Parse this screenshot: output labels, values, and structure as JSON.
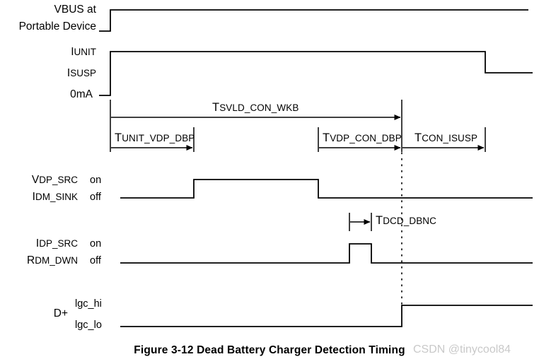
{
  "figure": {
    "caption": "Figure 3-12  Dead Battery Charger Detection Timing",
    "watermark": "CSDN @tinycool84",
    "line_color": "#000000",
    "text_color": "#000000",
    "watermark_color": "#c9c9c9",
    "background": "#ffffff"
  },
  "signals": [
    {
      "id": "vbus",
      "name_lines": [
        "VBUS at",
        "Portable Device"
      ],
      "levels": [],
      "waveform": "low until t_vbus_rise, then high through end"
    },
    {
      "id": "current",
      "name_lines": [],
      "levels": [
        "IUNIT",
        "ISUSP",
        "0mA"
      ],
      "waveform": "0mA until t_vbus_rise, rises to IUNIT, drops to ISUSP at t_con_isusp_end"
    },
    {
      "id": "vdp_src",
      "name_lines": [
        "VDP_SRC",
        "IDM_SINK"
      ],
      "levels": [
        "on",
        "off"
      ],
      "waveform": "off until TUNIT_VDP_DBP end, on until TVDP_CON_DBP start, then off"
    },
    {
      "id": "idp_src",
      "name_lines": [
        "IDP_SRC",
        "RDM_DWN"
      ],
      "levels": [
        "on",
        "off"
      ],
      "waveform": "off, short on pulse of width TDCD_DBNC, then off"
    },
    {
      "id": "dplus",
      "name_lines": [
        "D+"
      ],
      "levels": [
        "lgc_hi",
        "lgc_lo"
      ],
      "waveform": "lgc_lo until connect instant, then lgc_hi"
    }
  ],
  "timing_params": [
    {
      "id": "tsvld_con_wkb",
      "cap": "T",
      "rest": "SVLD_CON_WKB",
      "full": "TSVLD_CON_WKB"
    },
    {
      "id": "tunit_vdp_dbp",
      "cap": "T",
      "rest": "UNIT_VDP_DBP",
      "full": "TUNIT_VDP_DBP"
    },
    {
      "id": "tvdp_con_dbp",
      "cap": "T",
      "rest": "VDP_CON_DBP",
      "full": "TVDP_CON_DBP"
    },
    {
      "id": "tcon_isusp",
      "cap": "T",
      "rest": "CON_ISUSP",
      "full": "TCON_ISUSP"
    },
    {
      "id": "tdcd_dbnc",
      "cap": "T",
      "rest": "DCD_DBNC",
      "full": "TDCD_DBNC"
    }
  ],
  "labels": {
    "vbus_line1": "VBUS at",
    "vbus_line2": "Portable Device",
    "i_unit_cap": "I",
    "i_unit_rest": "UNIT",
    "i_susp_cap": "I",
    "i_susp_rest": "SUSP",
    "zero_ma": "0mA",
    "vdp_src_cap": "V",
    "vdp_src_rest": "DP_SRC",
    "idm_sink_cap": "I",
    "idm_sink_rest": "DM_SINK",
    "idp_src_cap": "I",
    "idp_src_rest": "DP_SRC",
    "rdm_dwn_cap": "R",
    "rdm_dwn_rest": "DM_DWN",
    "d_plus": "D+",
    "on_1": "on",
    "off_1": "off",
    "on_2": "on",
    "off_2": "off",
    "lgc_hi": "lgc_hi",
    "lgc_lo": "lgc_lo"
  }
}
